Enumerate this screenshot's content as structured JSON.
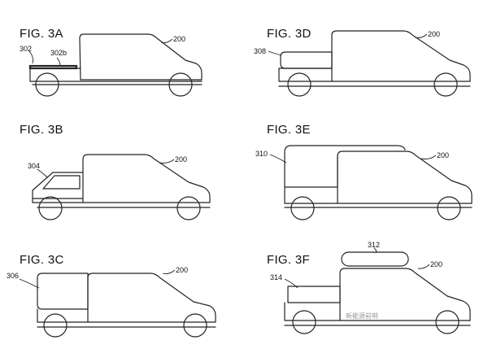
{
  "figures": [
    {
      "id": "3A",
      "label": "FIG. 3A",
      "refs": {
        "vehicle": "200",
        "attachment": "302",
        "attachment_sub": "302b"
      }
    },
    {
      "id": "3B",
      "label": "FIG. 3B",
      "refs": {
        "vehicle": "200",
        "attachment": "304"
      }
    },
    {
      "id": "3C",
      "label": "FIG. 3C",
      "refs": {
        "vehicle": "200",
        "attachment": "306"
      }
    },
    {
      "id": "3D",
      "label": "FIG. 3D",
      "refs": {
        "vehicle": "200",
        "attachment": "308"
      }
    },
    {
      "id": "3E",
      "label": "FIG. 3E",
      "refs": {
        "vehicle": "200",
        "attachment": "310"
      }
    },
    {
      "id": "3F",
      "label": "FIG. 3F",
      "refs": {
        "vehicle": "200",
        "attachment": "314",
        "roof_attachment": "312"
      }
    }
  ],
  "watermark": "新能源前哨"
}
